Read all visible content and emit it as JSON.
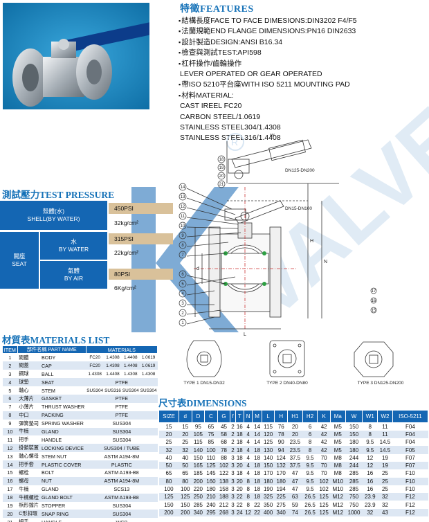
{
  "features": {
    "title": "特徵FEATURES",
    "items": [
      {
        "text": "結構長度FACE TO FACE DIMESIONS:DIN3202 F4/F5",
        "bullet": true
      },
      {
        "text": "法蘭規範END FLANGE DIMENSIONS:PN16 DIN2633",
        "bullet": true
      },
      {
        "text": "設計製造DESIGN:ANSI B16.34",
        "bullet": true
      },
      {
        "text": "檢查與測試TEST:API598",
        "bullet": true
      },
      {
        "text": "杠杆操作/齒輪操作",
        "bullet": true
      },
      {
        "text": "LEVER OPERATED OR GEAR OPERATED",
        "bullet": false
      },
      {
        "text": "帶ISO 5210平台座WITH ISO 5211 MOUNTING PAD",
        "bullet": true
      },
      {
        "text": "材料MATERIAL:",
        "bullet": true
      },
      {
        "text": "CAST IREEL FC20",
        "bullet": false
      },
      {
        "text": "CARBON STEEL/1.0619",
        "bullet": false
      },
      {
        "text": "STAINLESS STEEL304/1.4308",
        "bullet": false
      },
      {
        "text": "STAINLESS STEEL316/1.4408",
        "bullet": false
      }
    ]
  },
  "watermark": {
    "brand": "VALVE",
    "reg": "R"
  },
  "drawing": {
    "dn_top": "DN125-DN200",
    "dn_mid": "DN15-DN100",
    "callouts_top": [
      "18",
      "19",
      "20",
      "21"
    ],
    "callouts_left": [
      "14",
      "13",
      "12",
      "11",
      "10",
      "9",
      "8",
      "7",
      "6",
      "5",
      "4",
      "3",
      "2",
      "1"
    ],
    "callouts_right": [
      "17",
      "16",
      "15"
    ],
    "dims": {
      "w": "W",
      "h": "H",
      "l": "L",
      "n": "N",
      "d": "d"
    },
    "types": [
      "TYPE 1 DN15-DN32",
      "TYPE 2 DN40-DN80",
      "TYPE 3 DN125-DN200"
    ]
  },
  "test_pressure": {
    "title": "測試壓力TEST PRESSURE",
    "shell_label": "殼體(水)",
    "shell_label_en": "SHELL(BY WATER)",
    "shell_psi": "450PSI",
    "shell_kg": "32kg/cm²",
    "seat_label": "閥座",
    "seat_label_en": "SEAT",
    "water_label": "水",
    "water_label_en": "BY WATER",
    "water_psi": "315PSI",
    "water_kg": "22kg/cm²",
    "air_label": "氣體",
    "air_label_en": "BY AIR",
    "air_psi": "80PSI",
    "air_kg": "6Kg/cm²"
  },
  "materials": {
    "title": "材質表MATERIALS LIST",
    "headers": [
      "ITEM",
      "部件名稱 PART NAME",
      "MATERIALS"
    ],
    "rows": [
      {
        "item": "1",
        "name": "閥體",
        "name_en": "BODY",
        "mats": [
          "FC20",
          "1.4308",
          "1.4408",
          "1.0619"
        ]
      },
      {
        "item": "2",
        "name": "閥蓋",
        "name_en": "CAP",
        "mats": [
          "FC20",
          "1.4308",
          "1.4408",
          "1.0619"
        ]
      },
      {
        "item": "3",
        "name": "鋼球",
        "name_en": "BALL",
        "mats": [
          "1.4308",
          "1.4408",
          "1.4308",
          "1.4308"
        ]
      },
      {
        "item": "4",
        "name": "球墊",
        "name_en": "SEAT",
        "material": "PTFE"
      },
      {
        "item": "5",
        "name": "軸心",
        "name_en": "STEM",
        "mats": [
          "SUS304",
          "SUS316",
          "SUS304",
          "SUS304"
        ]
      },
      {
        "item": "6",
        "name": "大薄片",
        "name_en": "GASKET",
        "material": "PTFE"
      },
      {
        "item": "7",
        "name": "小薄片",
        "name_en": "THRUST WASHER",
        "material": "PTFE"
      },
      {
        "item": "8",
        "name": "中口",
        "name_en": "PACKING",
        "material": "PTFE"
      },
      {
        "item": "9",
        "name": "彈簧墊司",
        "name_en": "SPRING WASHER",
        "material": "SUS304"
      },
      {
        "item": "10",
        "name": "牛楠",
        "name_en": "GLAND",
        "material": "SUS304"
      },
      {
        "item": "11",
        "name": "把手",
        "name_en": "HANDLE",
        "material": "SUS304"
      },
      {
        "item": "12",
        "name": "掛鎖裝置",
        "name_en": "LOCKING DEVICE",
        "material": "SUS304 / TUBE"
      },
      {
        "item": "13",
        "name": "軸心螺母",
        "name_en": "STEM NUT",
        "material": "ASTM A194-8M"
      },
      {
        "item": "14",
        "name": "把手套",
        "name_en": "PLASTIC COVER",
        "material": "PLASTIC"
      },
      {
        "item": "15",
        "name": "螺栓",
        "name_en": "BOLT",
        "material": "ASTM A193-B8"
      },
      {
        "item": "16",
        "name": "螺母",
        "name_en": "NUT",
        "material": "ASTM A194-8M"
      },
      {
        "item": "17",
        "name": "牛楠",
        "name_en": "GLAND",
        "material": "SCS13"
      },
      {
        "item": "18",
        "name": "牛楠螺栓",
        "name_en": "GLAND BOLT",
        "material": "ASTM A193-B8"
      },
      {
        "item": "19",
        "name": "梹形擋片",
        "name_en": "STOPPER",
        "material": "SUS304"
      },
      {
        "item": "20",
        "name": "C形扣環",
        "name_en": "SNAP RING",
        "material": "SUS304"
      },
      {
        "item": "21",
        "name": "把手",
        "name_en": "HANDLE",
        "material": "WCB"
      }
    ]
  },
  "dimensions": {
    "title": "尺寸表DIMENSIONS",
    "headers": [
      "SIZE",
      "d",
      "D",
      "C",
      "G",
      "f",
      "T",
      "N",
      "M",
      "L",
      "H",
      "H1",
      "H2",
      "K",
      "Ma",
      "W",
      "W1",
      "W2",
      "ISO-5211"
    ],
    "rows": [
      [
        "15",
        "15",
        "95",
        "65",
        "45",
        "2",
        "16",
        "4",
        "14",
        "115",
        "76",
        "20",
        "6",
        "42",
        "M5",
        "150",
        "8",
        "11",
        "F04"
      ],
      [
        "20",
        "20",
        "105",
        "75",
        "58",
        "2",
        "18",
        "4",
        "14",
        "120",
        "78",
        "20",
        "6",
        "42",
        "M5",
        "150",
        "8",
        "11",
        "F04"
      ],
      [
        "25",
        "25",
        "115",
        "85",
        "68",
        "2",
        "18",
        "4",
        "14",
        "125",
        "90",
        "23.5",
        "8",
        "42",
        "M5",
        "180",
        "9.5",
        "14.5",
        "F04"
      ],
      [
        "32",
        "32",
        "140",
        "100",
        "78",
        "2",
        "18",
        "4",
        "18",
        "130",
        "94",
        "23.5",
        "8",
        "42",
        "M5",
        "180",
        "9.5",
        "14.5",
        "F05"
      ],
      [
        "40",
        "40",
        "150",
        "110",
        "88",
        "3",
        "18",
        "4",
        "18",
        "140",
        "124",
        "37.5",
        "9.5",
        "70",
        "M8",
        "244",
        "12",
        "19",
        "F07"
      ],
      [
        "50",
        "50",
        "165",
        "125",
        "102",
        "3",
        "20",
        "4",
        "18",
        "150",
        "132",
        "37.5",
        "9.5",
        "70",
        "M8",
        "244",
        "12",
        "19",
        "F07"
      ],
      [
        "65",
        "65",
        "185",
        "145",
        "122",
        "3",
        "18",
        "4",
        "18",
        "170",
        "170",
        "47",
        "9.5",
        "70",
        "M8",
        "285",
        "16",
        "25",
        "F10"
      ],
      [
        "80",
        "80",
        "200",
        "160",
        "138",
        "3",
        "20",
        "8",
        "18",
        "180",
        "180",
        "47",
        "9.5",
        "102",
        "M10",
        "285",
        "16",
        "25",
        "F10"
      ],
      [
        "100",
        "100",
        "220",
        "180",
        "158",
        "3",
        "20",
        "8",
        "18",
        "190",
        "194",
        "47",
        "9.5",
        "102",
        "M10",
        "285",
        "16",
        "25",
        "F10"
      ],
      [
        "125",
        "125",
        "250",
        "210",
        "188",
        "3",
        "22",
        "8",
        "18",
        "325",
        "225",
        "63",
        "26.5",
        "125",
        "M12",
        "750",
        "23.9",
        "32",
        "F12"
      ],
      [
        "150",
        "150",
        "285",
        "240",
        "212",
        "3",
        "22",
        "8",
        "22",
        "350",
        "275",
        "59",
        "26.5",
        "125",
        "M12",
        "750",
        "23.9",
        "32",
        "F12"
      ],
      [
        "200",
        "200",
        "340",
        "295",
        "268",
        "3",
        "24",
        "12",
        "22",
        "400",
        "340",
        "74",
        "26.5",
        "125",
        "M12",
        "1000",
        "32",
        "43",
        "F12"
      ]
    ]
  },
  "colors": {
    "accent": "#1466b3",
    "tan": "#d9c19a",
    "title": "#1672b8",
    "stripe": "#dde7f3"
  }
}
